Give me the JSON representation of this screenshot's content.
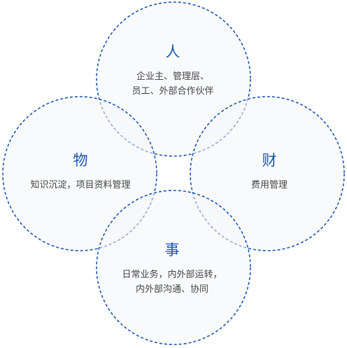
{
  "colors": {
    "accent": "#1a56b0",
    "circle_fill": "#f4f5f7",
    "circle_stroke": "#1a56b0",
    "text": "#444444"
  },
  "nodes": {
    "people": {
      "title": "人",
      "lines": [
        "企业主、管理层、",
        "员工、外部合作伙伴"
      ]
    },
    "things": {
      "title": "物",
      "lines": [
        "知识沉淀，项目资料管理"
      ]
    },
    "money": {
      "title": "财",
      "lines": [
        "费用管理"
      ]
    },
    "affairs": {
      "title": "事",
      "lines": [
        "日常业务，内外部运转，",
        "内外部沟通、协同"
      ]
    }
  }
}
